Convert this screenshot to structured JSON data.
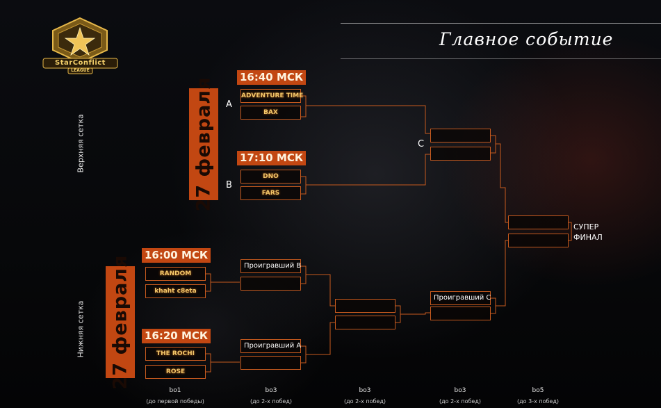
{
  "header": {
    "logo_text_main": "StarConflict",
    "logo_text_sub": "LEAGUE",
    "title": "Главное событие"
  },
  "upper_bracket": {
    "section_label": "Верхняя сетка",
    "date": "27 февраля",
    "match_a": {
      "letter": "A",
      "time": "16:40 МСК",
      "team1": "ADVENTURE TIME",
      "team2": "BAX"
    },
    "match_b": {
      "letter": "B",
      "time": "17:10 МСК",
      "team1": "DNO",
      "team2": "FARS"
    },
    "match_c": {
      "letter": "C"
    }
  },
  "lower_bracket": {
    "section_label": "Нижняя сетка",
    "date": "27 февраля",
    "match_1": {
      "time": "16:00 МСК",
      "team1": "RANDOM",
      "team2": "khaht c8eta"
    },
    "match_2": {
      "time": "16:20 МСК",
      "team1": "THE ROCHI",
      "team2": "ROSE"
    },
    "loser_b": "Проигравший B",
    "loser_a": "Проигравший A",
    "loser_c": "Проигравший C"
  },
  "super_final": {
    "line1": "СУПЕР",
    "line2": "ФИНАЛ"
  },
  "rounds": [
    {
      "format": "bo1",
      "note": "(до первой победы)"
    },
    {
      "format": "bo3",
      "note": "(до 2-х побед)"
    },
    {
      "format": "bo3",
      "note": "(до 2-х побед)"
    },
    {
      "format": "bo3",
      "note": "(до 2-х побед)"
    },
    {
      "format": "bo5",
      "note": "(до 3-х побед)"
    }
  ],
  "colors": {
    "accent": "#c24712",
    "line": "#c75a1e",
    "team_text": "#f2c86b",
    "background": "#050608"
  }
}
